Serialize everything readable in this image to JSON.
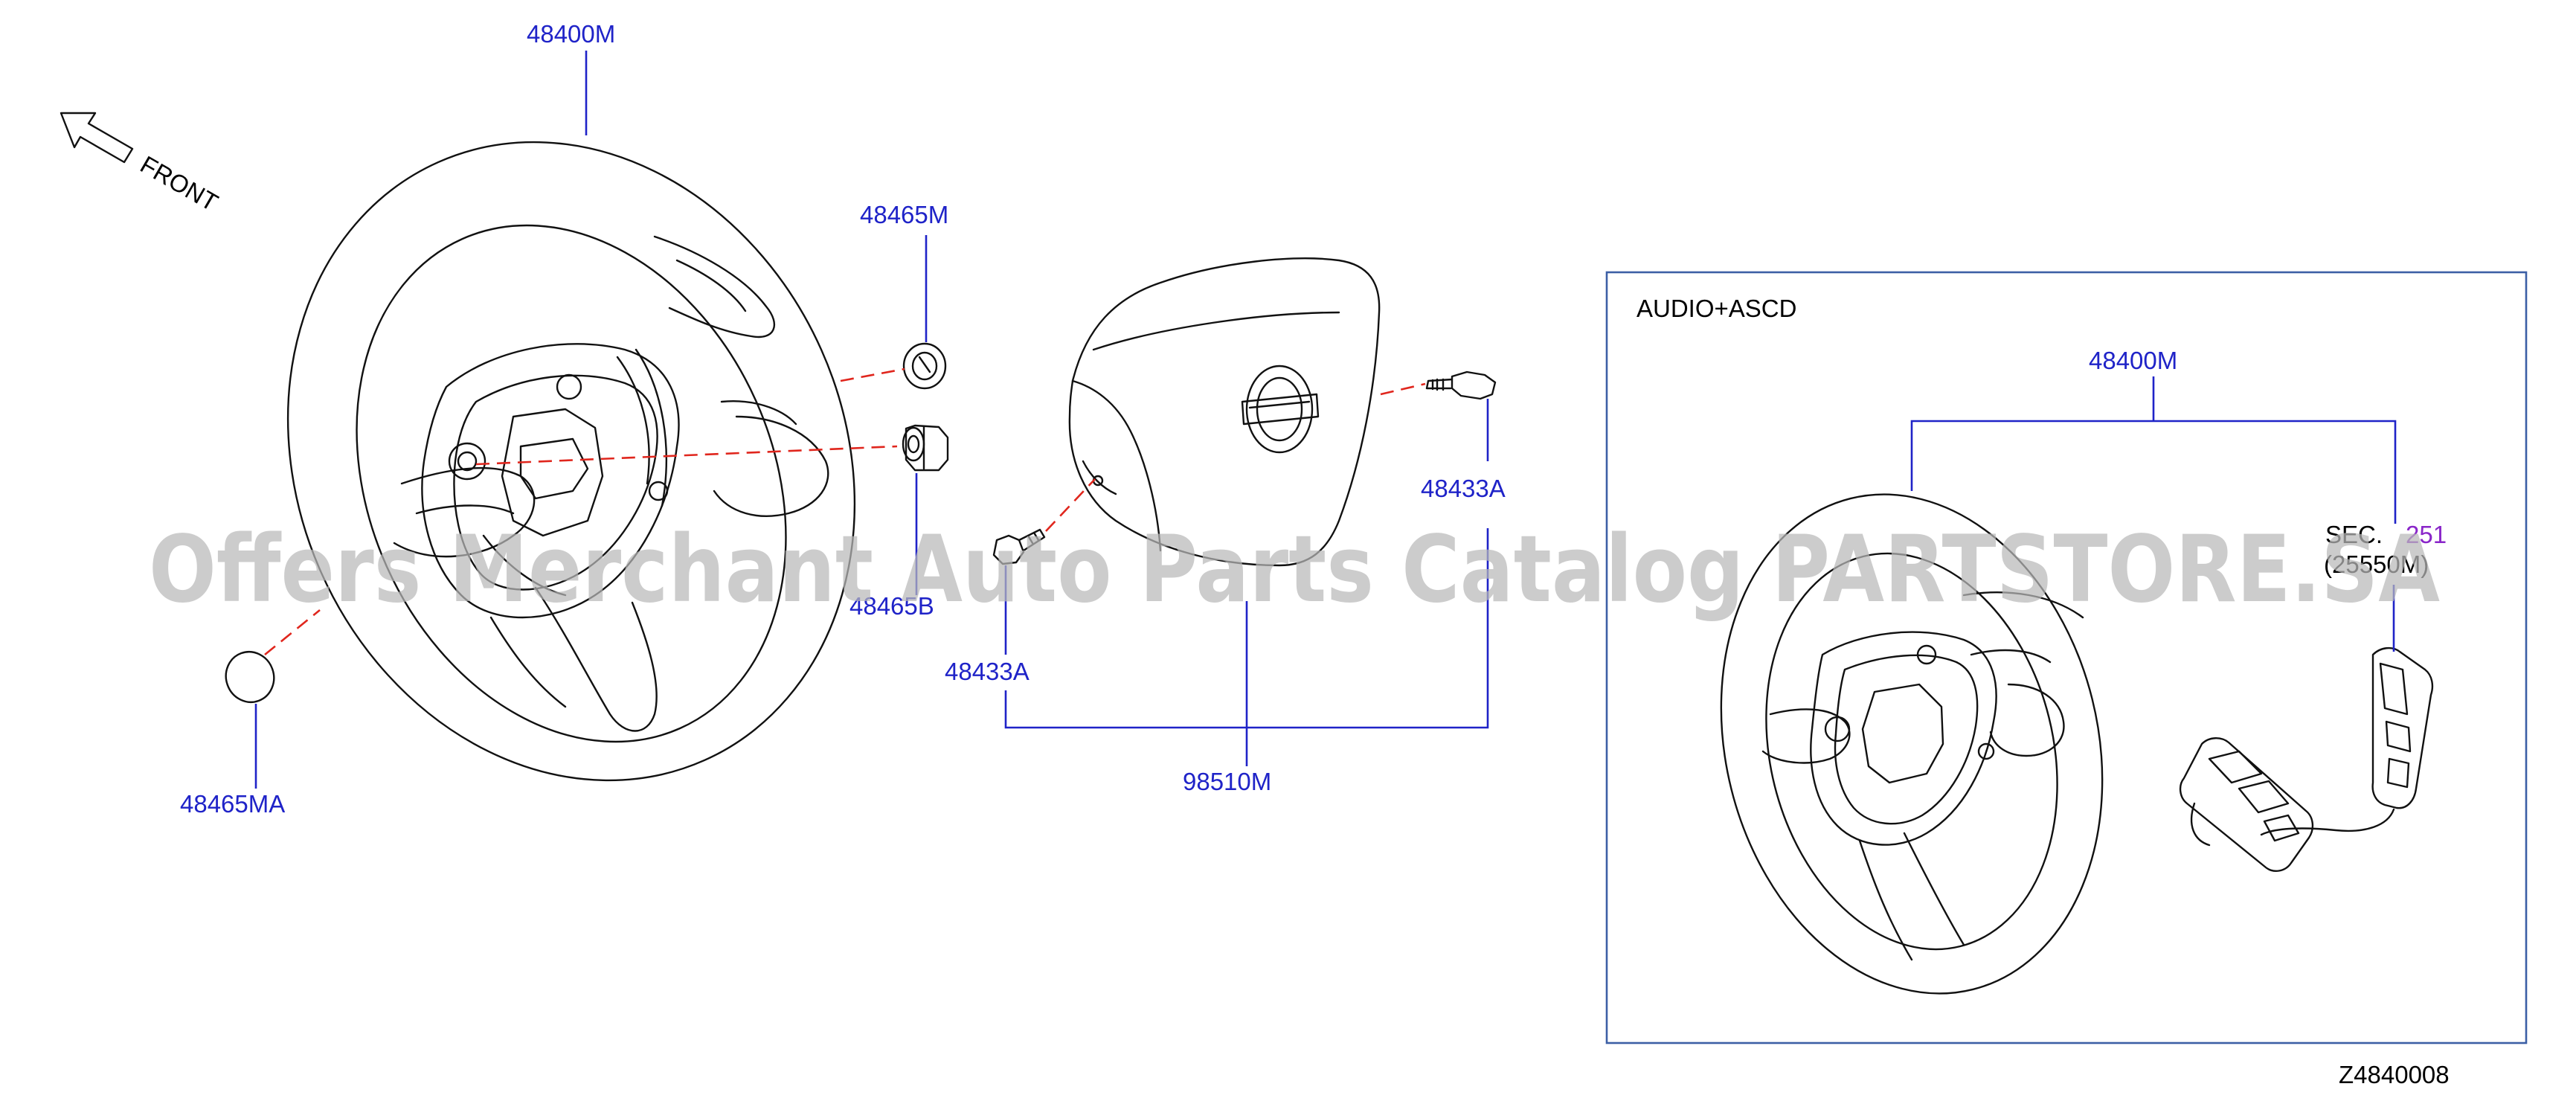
{
  "diagram": {
    "front_label": "FRONT",
    "box_title": "AUDIO+ASCD",
    "diagram_code": "Z4840008",
    "watermark": "Offers Merchant Auto Parts Catalog PARTSTORE.SA",
    "section_ref_line1_prefix": "SEC.",
    "section_ref_line1_number": "251",
    "section_ref_line2": "(25550M)"
  },
  "callouts": {
    "wheel": "48400M",
    "emblem_cap": "48465M",
    "nut": "48465B",
    "small_cap": "48465MA",
    "bolt_right": "48433A",
    "bolt_left": "48433A",
    "airbag_module": "98510M",
    "wheel_audio": "48400M"
  },
  "colors": {
    "callout_text": "#1f23c8",
    "leader_line": "#1f23c8",
    "dashed_line": "#e0261d",
    "frame": "#3c5fa5",
    "section_number": "#8a26c9"
  },
  "icons": {
    "front_arrow": "outline-arrow-up-left-icon"
  }
}
